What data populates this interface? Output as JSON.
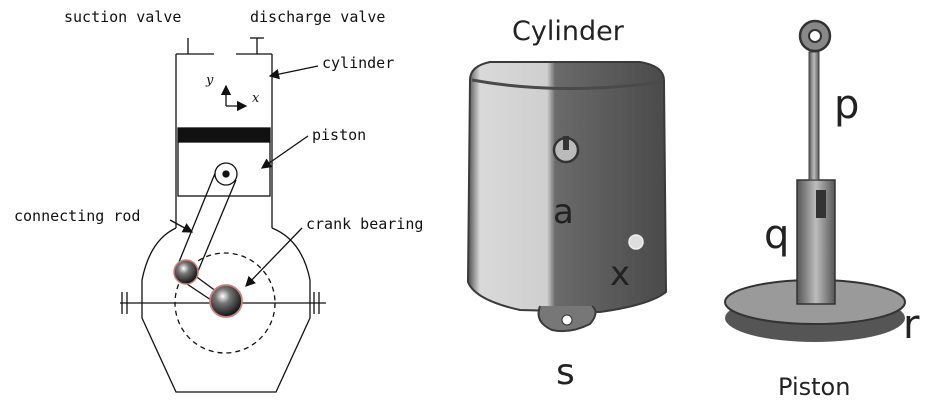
{
  "left_diagram": {
    "labels": {
      "suction_valve": "suction valve",
      "discharge_valve": "discharge valve",
      "cylinder": "cylinder",
      "piston": "piston",
      "connecting_rod": "connecting rod",
      "crank_bearing": "crank bearing"
    },
    "axes": {
      "y": "y",
      "x": "x"
    }
  },
  "cylinder_photo": {
    "title": "Cylinder",
    "labels": {
      "a": "a",
      "x": "x",
      "s": "s"
    }
  },
  "piston_photo": {
    "title": "Piston",
    "labels": {
      "p": "p",
      "q": "q",
      "r": "r"
    }
  },
  "colors": {
    "ink": "#111111",
    "photo_gray": "#6b6b6b",
    "photo_light": "#d8d8d8"
  }
}
